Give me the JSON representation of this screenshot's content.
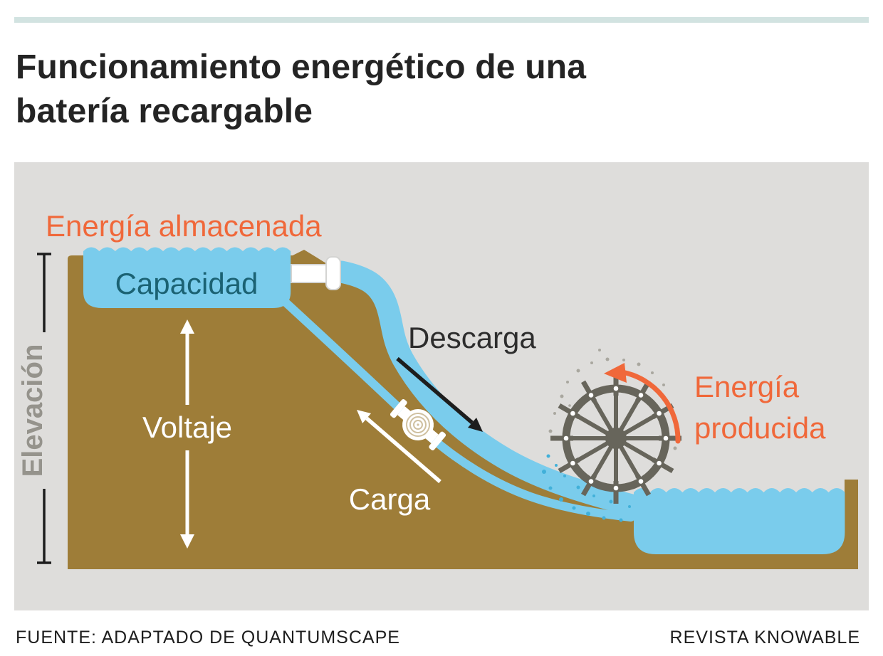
{
  "header": {
    "title_line1": "Funcionamiento energético de una",
    "title_line2": "batería recargable"
  },
  "diagram": {
    "labels": {
      "stored_energy": "Energía almacenada",
      "capacity": "Capacidad",
      "voltage": "Voltaje",
      "discharge": "Descarga",
      "charge": "Carga",
      "produced_energy_line1": "Energía",
      "produced_energy_line2": "producida",
      "elevation": "Elevación"
    },
    "colors": {
      "accent_orange": "#f0683a",
      "panel_gray": "#dedddb",
      "ground_brown": "#9e7d38",
      "water_blue": "#7accec",
      "capacity_teal": "#1b6273",
      "wheel_gray": "#67655b",
      "elevation_gray": "#95938c",
      "top_bar_teal": "#d2e3e1",
      "title_black": "#242424"
    }
  },
  "footer": {
    "source": "FUENTE: ADAPTADO DE QUANTUMSCAPE",
    "publisher": "REVISTA KNOWABLE"
  }
}
